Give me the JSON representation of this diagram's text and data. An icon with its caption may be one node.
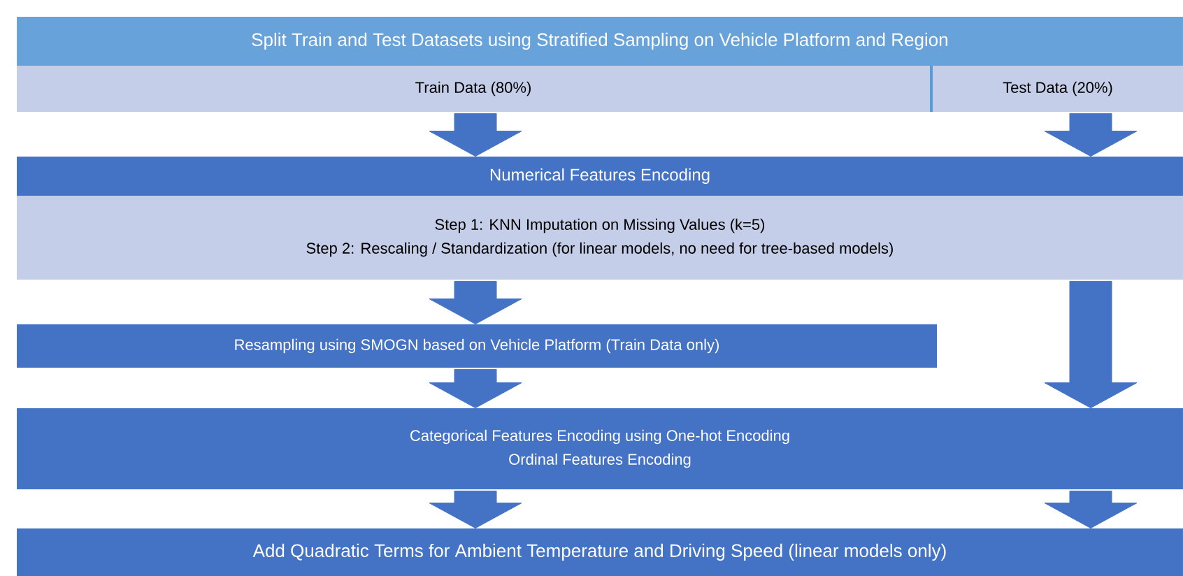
{
  "diagram": {
    "nodes": [
      {
        "text": [
          "Split Train and Test Datasets using Stratified Sampling on Vehicle Platform and Region"
        ]
      },
      {
        "text": [
          "Train Data (80%)"
        ]
      },
      {
        "text": [
          "Test Data (20%)"
        ]
      },
      {
        "text": [
          "Numerical Features Encoding"
        ]
      },
      {
        "text": [
          "Step 1: KNN Imputation on Missing Values (k=5)",
          "Step 2: Rescaling / Standardization (for linear models, no need for tree-based models)"
        ]
      },
      {
        "text": [
          "Resampling using SMOGN based on Vehicle Platform (Train Data only)"
        ]
      },
      {
        "text": [
          "Categorical Features Encoding using One-hot Encoding",
          "Ordinal Features Encoding"
        ]
      },
      {
        "text": [
          "Add Quadratic Terms for Ambient Temperature and Driving Speed (linear models only)"
        ]
      }
    ],
    "edges": [
      {
        "from": 1,
        "to": 3,
        "arrow": "to"
      },
      {
        "from": 2,
        "to": 3,
        "arrow": "to"
      },
      {
        "from": 4,
        "to": 5,
        "arrow": "to"
      },
      {
        "from": 4,
        "to": 6,
        "arrow": "to"
      },
      {
        "from": 5,
        "to": 6,
        "arrow": "to"
      },
      {
        "from": 6,
        "to": 7,
        "arrow": "to"
      },
      {
        "from": 6,
        "to": 7,
        "arrow": "to"
      }
    ]
  }
}
